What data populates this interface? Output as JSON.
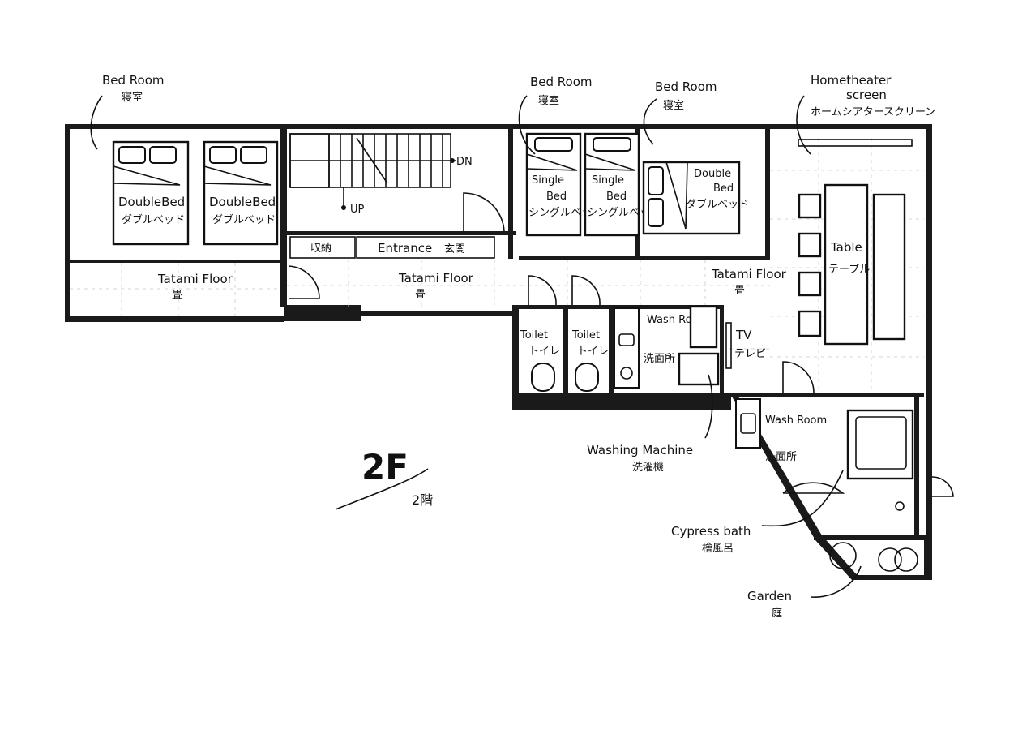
{
  "floor": {
    "title": "2F",
    "subtitle": "2階"
  },
  "rooms": {
    "bedroom1": {
      "en": "Bed Room",
      "jp": "寝室"
    },
    "bedroom2": {
      "en": "Bed Room",
      "jp": "寝室"
    },
    "bedroom3": {
      "en": "Bed Room",
      "jp": "寝室"
    },
    "entrance": {
      "en": "Entrance",
      "jp": "玄関"
    },
    "storage": {
      "jp": "収納"
    },
    "tatami1": {
      "en": "Tatami Floor",
      "jp": "畳"
    },
    "tatami2": {
      "en": "Tatami Floor",
      "jp": "畳"
    },
    "tatami3": {
      "en": "Tatami Floor",
      "jp": "畳"
    },
    "toilet1": {
      "en": "Toilet",
      "jp": "トイレ"
    },
    "toilet2": {
      "en": "Toilet",
      "jp": "トイレ"
    },
    "washroom1": {
      "en": "Wash Room",
      "jp": "洗面所"
    },
    "washroom2": {
      "en": "Wash Room",
      "jp": "洗面所"
    }
  },
  "furniture": {
    "double_bed": {
      "en": "DoubleBed",
      "jp": "ダブルベッド"
    },
    "double_bed_split": {
      "en1": "Double",
      "en2": "Bed",
      "jp": "ダブルベッド"
    },
    "single_bed": {
      "en1": "Single",
      "en2": "Bed",
      "jp": "シングルベッド"
    },
    "table": {
      "en": "Table",
      "jp": "テーブル"
    },
    "tv": {
      "en": "TV",
      "jp": "テレビ"
    }
  },
  "stairs": {
    "up": "UP",
    "down": "DN"
  },
  "callouts": {
    "hometheater": {
      "en1": "Hometheater",
      "en2": "screen",
      "jp": "ホームシアタースクリーン"
    },
    "washing_machine": {
      "en": "Washing Machine",
      "jp": "洗濯機"
    },
    "cypress_bath": {
      "en": "Cypress bath",
      "jp": "檜風呂"
    },
    "garden": {
      "en": "Garden",
      "jp": "庭"
    }
  }
}
